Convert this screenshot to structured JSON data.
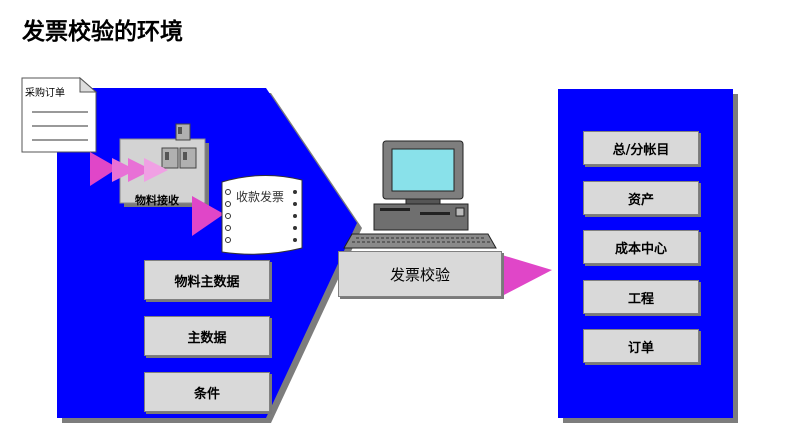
{
  "title": "发票校验的环境",
  "colors": {
    "blue": "#0000ff",
    "pink": "#e046c8",
    "box": "#d9d9d9",
    "screen": "#89e1ea"
  },
  "documents": {
    "purchase_order": "采购订单",
    "goods_receipt": "物料接收",
    "incoming_invoice": "收款发票"
  },
  "left_boxes": [
    "物料主数据",
    "主数据",
    "条件"
  ],
  "center_box": "发票校验",
  "right_boxes": [
    "总/分帐目",
    "资产",
    "成本中心",
    "工程",
    "订单"
  ],
  "icons": {
    "computer": "computer-icon",
    "warehouse": "warehouse-shelves-icon",
    "document": "document-icon",
    "invoice": "invoice-paper-icon"
  }
}
